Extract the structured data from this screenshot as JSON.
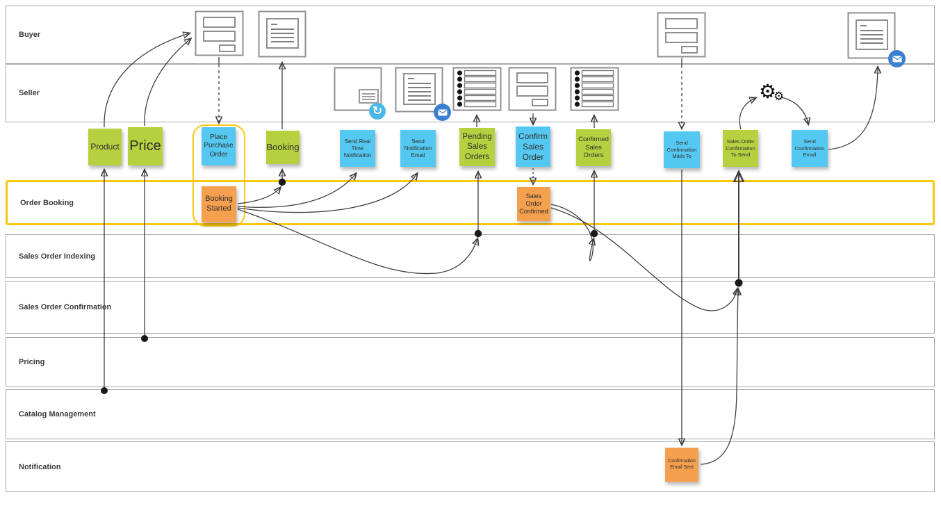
{
  "lanes": {
    "buyer": "Buyer",
    "seller": "Seller",
    "order_booking": "Order Booking",
    "sales_order_indexing": "Sales Order Indexing",
    "sales_order_confirmation": "Sales Order Confirmation",
    "pricing": "Pricing",
    "catalog_management": "Catalog Management",
    "notification": "Notification"
  },
  "notes": {
    "product": {
      "label": "Product",
      "color": "green"
    },
    "price": {
      "label": "Price",
      "color": "green"
    },
    "place_purchase_order": {
      "label": "Place Purchase Order",
      "color": "blue"
    },
    "booking": {
      "label": "Booking",
      "color": "green"
    },
    "send_real_time_notification": {
      "label": "Send Real Time Notification",
      "color": "blue"
    },
    "send_notification_email": {
      "label": "Send Notification Email",
      "color": "blue"
    },
    "pending_sales_orders": {
      "label": "Pending Sales Orders",
      "color": "green"
    },
    "confirm_sales_order": {
      "label": "Confirm Sales Order",
      "color": "blue"
    },
    "confirmed_sales_orders": {
      "label": "Confirmed Sales Orders",
      "color": "green"
    },
    "send_confirmation_mails_to": {
      "label": "Send Confirmation Mails To",
      "color": "blue"
    },
    "sales_order_confirmation_to_send": {
      "label": "Sales Order Confirmation To Send",
      "color": "green"
    },
    "send_confirmation_email": {
      "label": "Send Confirmation Email",
      "color": "blue"
    },
    "booking_started": {
      "label": "Booking Started",
      "color": "orange"
    },
    "sales_order_confirmed": {
      "label": "Sales Order Confirmed",
      "color": "orange"
    },
    "confirmation_email_sent": {
      "label": "Confirmation Email Sent",
      "color": "orange"
    }
  },
  "icons": {
    "gear_glyph": "⚙",
    "refresh_glyph": "↻"
  },
  "colors": {
    "lane_border": "#a8a8a8",
    "highlight_yellow": "#FAC710",
    "note_green": "#b7d03f",
    "note_blue": "#55c8f1",
    "note_orange": "#f5a04e",
    "badge_refresh_blue": "#49b6e8",
    "badge_email_blue": "#3b7fd0",
    "connector": "#3f3f3f"
  }
}
